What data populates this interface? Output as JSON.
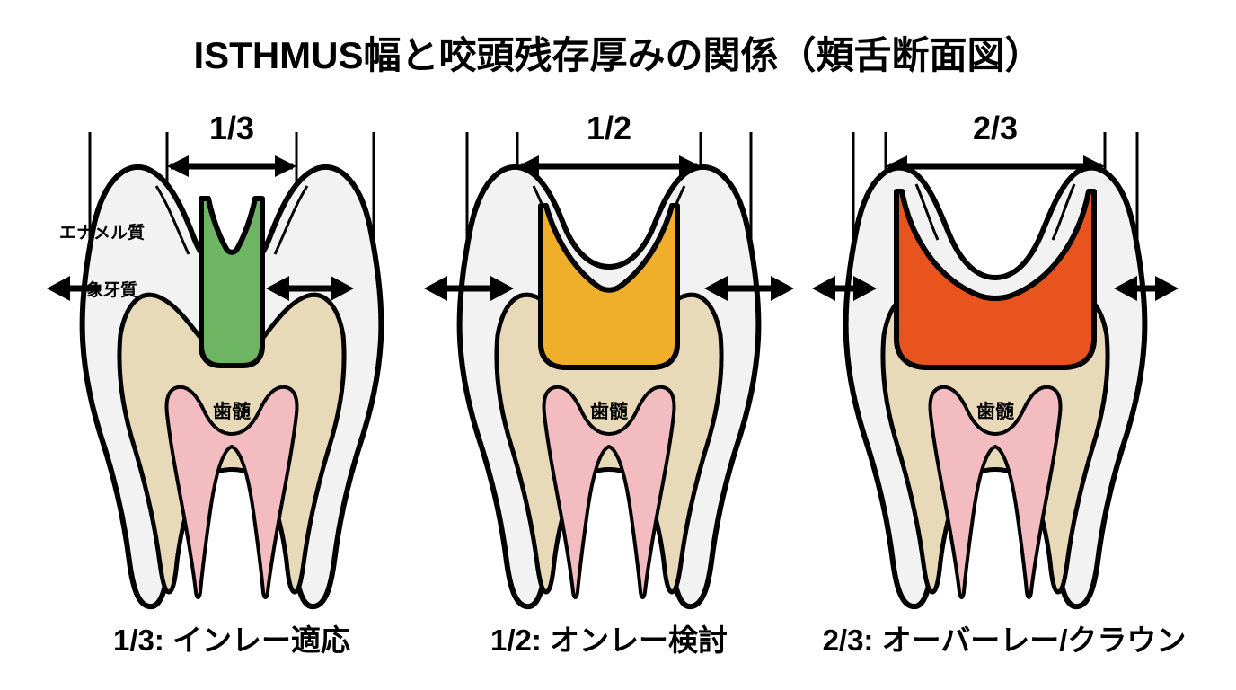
{
  "title": "ISTHMUS幅と咬頭残存厚みの関係（頬舌断面図）",
  "colors": {
    "enamel": "#F2F2F2",
    "dentin": "#E8D9B8",
    "pulp": "#F2BCC0",
    "outline": "#000000",
    "background": "#FFFFFF",
    "prep_inlay": "#6DB463",
    "prep_onlay": "#F0AF2B",
    "prep_overlay": "#E8531E"
  },
  "tissue_labels": {
    "enamel": "エナメル質",
    "dentin": "象牙質",
    "pulp": "歯髄"
  },
  "teeth": [
    {
      "id": "tooth-one-third",
      "isthmus_label": "1/3",
      "isthmus_ratio": 0.3333,
      "prep_color": "#6DB463",
      "prep_type": "inlay",
      "caption": "1/3: インレー適応",
      "show_tissue_labels": true,
      "cusp_arrow": "wide"
    },
    {
      "id": "tooth-one-half",
      "isthmus_label": "1/2",
      "isthmus_ratio": 0.5,
      "prep_color": "#F0AF2B",
      "prep_type": "onlay",
      "caption": "1/2: オンレー検討",
      "show_tissue_labels": false,
      "cusp_arrow": "medium"
    },
    {
      "id": "tooth-two-thirds",
      "isthmus_label": "2/3",
      "isthmus_ratio": 0.6667,
      "prep_color": "#E8531E",
      "prep_type": "overlay-crown",
      "caption": "2/3: オーバーレー/クラウン",
      "show_tissue_labels": false,
      "cusp_arrow": "narrow"
    }
  ]
}
